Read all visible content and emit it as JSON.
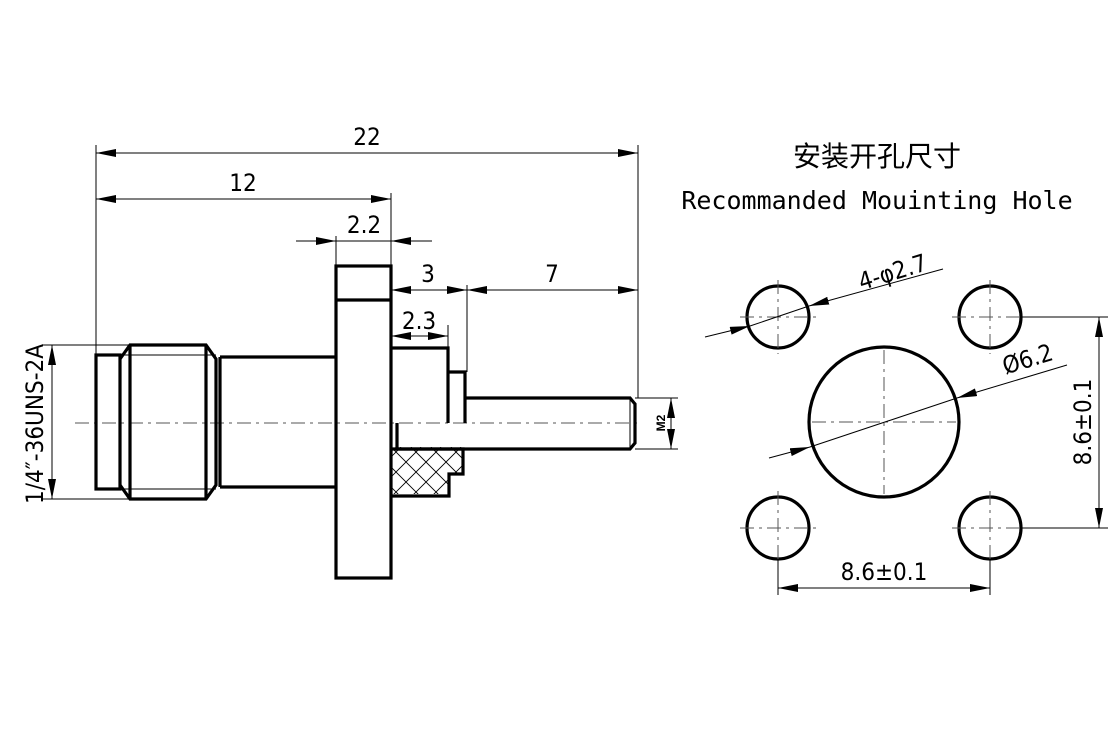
{
  "drawing": {
    "type": "SMA panel-mount connector dimensional drawing",
    "side_view": {
      "dimensions": {
        "overall_length": "22",
        "body_to_flange": "12",
        "flange_thickness": "2.2",
        "rear_step": "3",
        "pin_length": "7",
        "insulator_step": "2.3",
        "pin_thread": "M2",
        "thread_spec": "1/4″-36UNS-2A"
      }
    },
    "mounting_hole": {
      "title_cn": "安装开孔尺寸",
      "title_en": "Recommanded Mouinting Hole",
      "dimensions": {
        "corner_holes": "4-φ2.7",
        "center_hole": "Ø6.2",
        "horizontal_spacing": "8.6±0.1",
        "vertical_spacing": "8.6±0.1"
      }
    }
  }
}
